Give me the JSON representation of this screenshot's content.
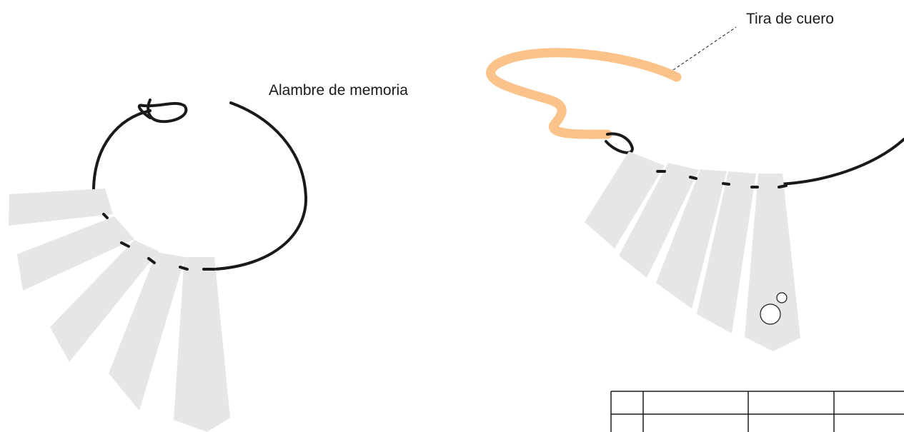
{
  "labels": {
    "memory_wire": "Alambre de memoria",
    "leather_strip": "Tira de cuero"
  },
  "colors": {
    "wire": "#1a1a1a",
    "fringe": "#e5e6e7",
    "leather": "#fbc38a",
    "background": "#ffffff"
  },
  "figures": {
    "left_fringe_count": 5,
    "right_fringe_count": 5
  }
}
